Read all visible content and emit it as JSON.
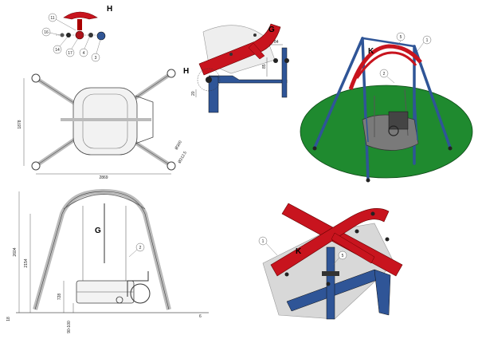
{
  "labels": {
    "H": "H",
    "G": "G",
    "K": "K"
  },
  "callouts": {
    "c11": "11",
    "c16": "16",
    "c14": "14",
    "c17": "17",
    "c4": "4",
    "c3": "3",
    "c5": "5",
    "c1": "1",
    "c2": "2"
  },
  "dims": {
    "plan_depth": "1878",
    "plan_width": "2869",
    "plan_dia1": "Ø300",
    "plan_dia2": "Ø212.5",
    "g_84": "84",
    "g_85": "85",
    "g_20": "20",
    "elev_2604": "2604",
    "elev_2154": "2154",
    "elev_728": "728",
    "elev_90100": "90-100",
    "elev_18": "18",
    "elev_6": "6"
  },
  "colors": {
    "red": "#c8141e",
    "blue": "#2f5597",
    "green": "#1f8a2f",
    "grey": "#c9c9c9",
    "dark": "#333333"
  }
}
